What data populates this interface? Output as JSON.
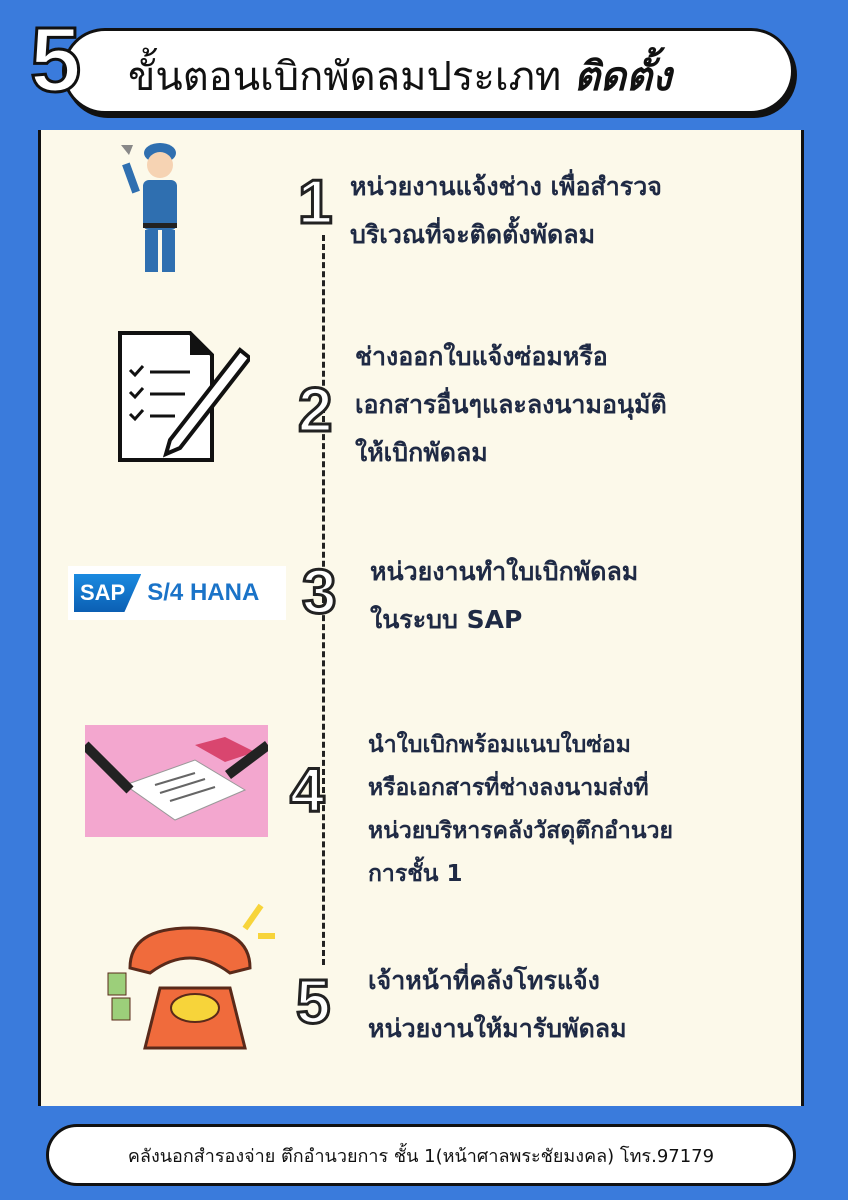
{
  "header": {
    "number": "5",
    "title": "ขั้นตอนเบิกพัดลมประเภท",
    "title_emphasis": "ติดตั้ง"
  },
  "steps": [
    {
      "number": "1",
      "lines": [
        "หน่วยงานแจ้งช่าง เพื่อสำรวจ",
        "บริเวณที่จะติดตั้งพัดลม"
      ],
      "icon": "technician-icon"
    },
    {
      "number": "2",
      "lines": [
        "ช่างออกใบแจ้งซ่อมหรือ",
        "เอกสารอื่นๆและลงนามอนุมัติ",
        "ให้เบิกพัดลม"
      ],
      "icon": "checklist-pen-icon"
    },
    {
      "number": "3",
      "lines": [
        "หน่วยงานทำใบเบิกพัดลม",
        "ในระบบ SAP"
      ],
      "icon": "sap-logo",
      "logo_text": "SAP S/4HANA"
    },
    {
      "number": "4",
      "lines": [
        "นำใบเบิกพร้อมแนบใบซ่อม",
        "หรือเอกสารที่ช่างลงนามส่งที่",
        "หน่วยบริหารคลังวัสดุตึกอำนวย",
        "การชั้น 1"
      ],
      "icon": "signing-documents-icon"
    },
    {
      "number": "5",
      "lines": [
        "เจ้าหน้าที่คลังโทรแจ้ง",
        "หน่วยงานให้มารับพัดลม"
      ],
      "icon": "ringing-phone-icon"
    }
  ],
  "footer": {
    "text": "คลังนอกสำรองจ่าย ตึกอำนวยการ ชั้น 1(หน้าศาลพระชัยมงคล) โทร.97179"
  },
  "colors": {
    "background": "#3a7bdc",
    "panel": "#fcf9ea",
    "text": "#1f2a44"
  }
}
